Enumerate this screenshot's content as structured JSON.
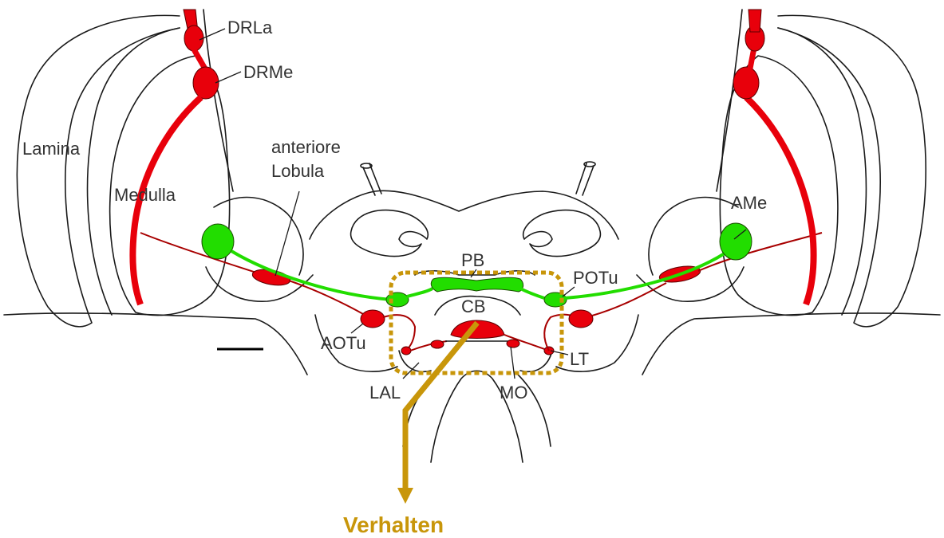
{
  "labels": {
    "drla": "DRLa",
    "drme": "DRMe",
    "lamina": "Lamina",
    "anteriore_line1": "anteriore",
    "anteriore_line2": "Lobula",
    "medulla": "Medulla",
    "ame": "AMe",
    "pb": "PB",
    "potu": "POTu",
    "cb": "CB",
    "aotu": "AOTu",
    "lt": "LT",
    "lal": "LAL",
    "mo": "MO",
    "output": "Verhalten"
  },
  "colors": {
    "pathway_red": "#e8000b",
    "pathway_green": "#22dd00",
    "output_gold": "#c8960a",
    "outline": "#1a1a1a"
  }
}
